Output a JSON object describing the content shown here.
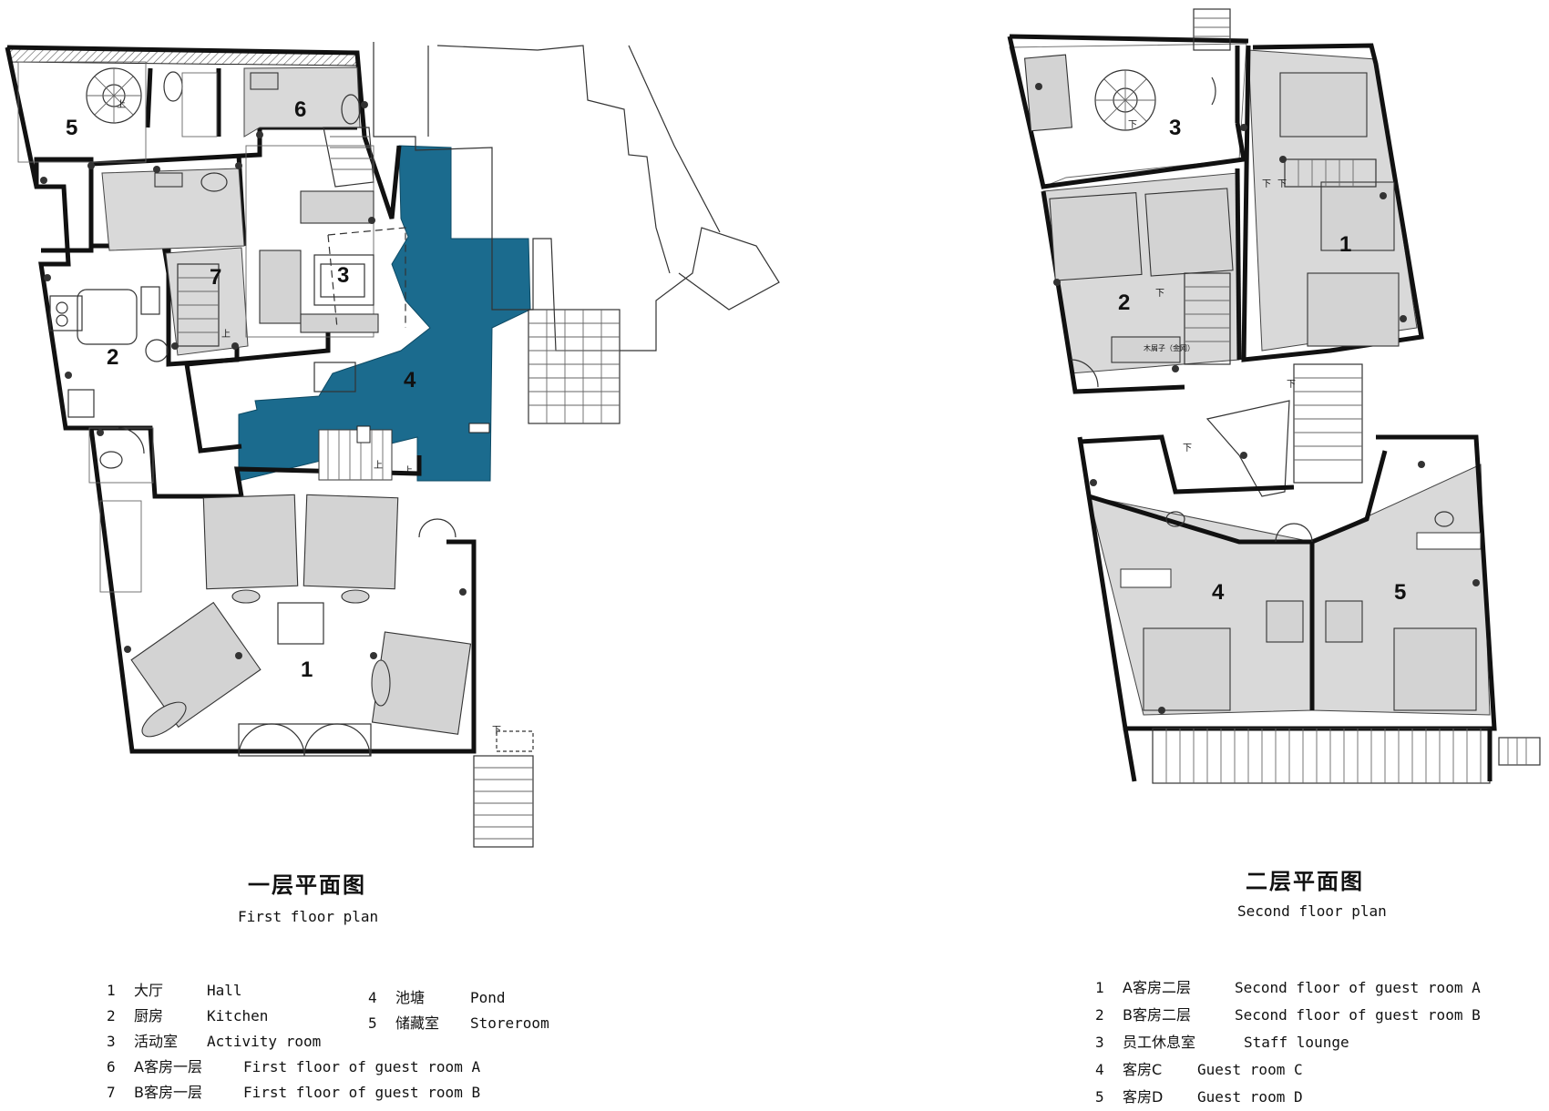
{
  "first_floor": {
    "title_cn": "一层平面图",
    "title_en": "First floor plan",
    "room_numbers": [
      "1",
      "2",
      "3",
      "4",
      "5",
      "6",
      "7"
    ],
    "stair_marks": [
      "上",
      "上",
      "上",
      "上",
      "下"
    ],
    "pond_color": "#1b6b8e",
    "legend_col1": [
      {
        "num": "1",
        "cn": "大厅",
        "en": "Hall"
      },
      {
        "num": "2",
        "cn": "厨房",
        "en": "Kitchen"
      },
      {
        "num": "3",
        "cn": "活动室",
        "en": "Activity room"
      },
      {
        "num": "6",
        "cn": "A客房一层",
        "en": "First floor of guest room A"
      },
      {
        "num": "7",
        "cn": "B客房一层",
        "en": "First floor of guest room B"
      }
    ],
    "legend_col2": [
      {
        "num": "4",
        "cn": "池塘",
        "en": "Pond"
      },
      {
        "num": "5",
        "cn": "储藏室",
        "en": "Storeroom"
      }
    ]
  },
  "second_floor": {
    "title_cn": "二层平面图",
    "title_en": "Second floor plan",
    "room_numbers": [
      "1",
      "2",
      "3",
      "4",
      "5"
    ],
    "stair_marks": [
      "下",
      "下",
      "下",
      "下",
      "下",
      "下"
    ],
    "small_label": "木屑子（金网）",
    "legend": [
      {
        "num": "1",
        "cn": "A客房二层",
        "en": "Second floor of guest room A"
      },
      {
        "num": "2",
        "cn": "B客房二层",
        "en": "Second floor of guest room B"
      },
      {
        "num": "3",
        "cn": "员工休息室",
        "en": "Staff lounge"
      },
      {
        "num": "4",
        "cn": "客房C",
        "en": "Guest room C"
      },
      {
        "num": "5",
        "cn": "客房D",
        "en": "Guest room D"
      }
    ]
  }
}
